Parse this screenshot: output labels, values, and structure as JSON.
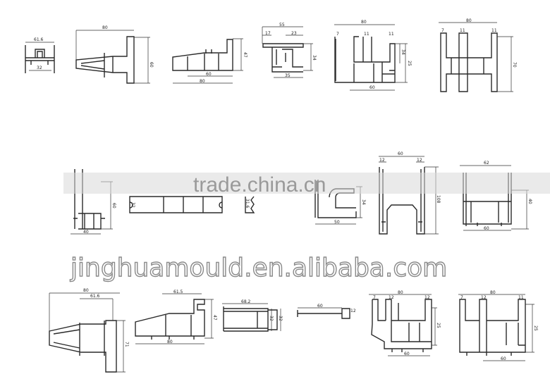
{
  "watermarks": {
    "trade": "trade.china.cn",
    "store": "jinghuamould.en.alibaba.com"
  },
  "profiles": [
    {
      "dims": [
        "61.6",
        "32"
      ]
    },
    {
      "dims": [
        "80",
        "60"
      ]
    },
    {
      "dims": [
        "47",
        "60",
        "80"
      ]
    },
    {
      "dims": [
        "55",
        "17",
        "23",
        "34",
        "35"
      ]
    },
    {
      "dims": [
        "80",
        "7",
        "11",
        "11",
        "34",
        "25",
        "60"
      ]
    },
    {
      "dims": [
        "80",
        "7",
        "11",
        "11",
        "70"
      ]
    },
    {
      "dims": [
        "60",
        "40"
      ]
    },
    {
      "dims": [
        "32"
      ]
    },
    {
      "dims": [
        "31.6"
      ]
    },
    {
      "dims": [
        "34",
        "50"
      ]
    },
    {
      "dims": [
        "60",
        "12",
        "12",
        "108"
      ]
    },
    {
      "dims": [
        "62",
        "40",
        "60"
      ]
    },
    {
      "dims": [
        "80",
        "61.6",
        "71"
      ]
    },
    {
      "dims": [
        "61.5",
        "47",
        "80"
      ]
    },
    {
      "dims": [
        "68.2",
        "32",
        "32"
      ]
    },
    {
      "dims": [
        "60",
        "12"
      ]
    },
    {
      "dims": [
        "80",
        "7",
        "12",
        "12",
        "25",
        "60"
      ]
    },
    {
      "dims": [
        "80",
        "7",
        "12",
        "11",
        "25",
        "60"
      ]
    }
  ]
}
